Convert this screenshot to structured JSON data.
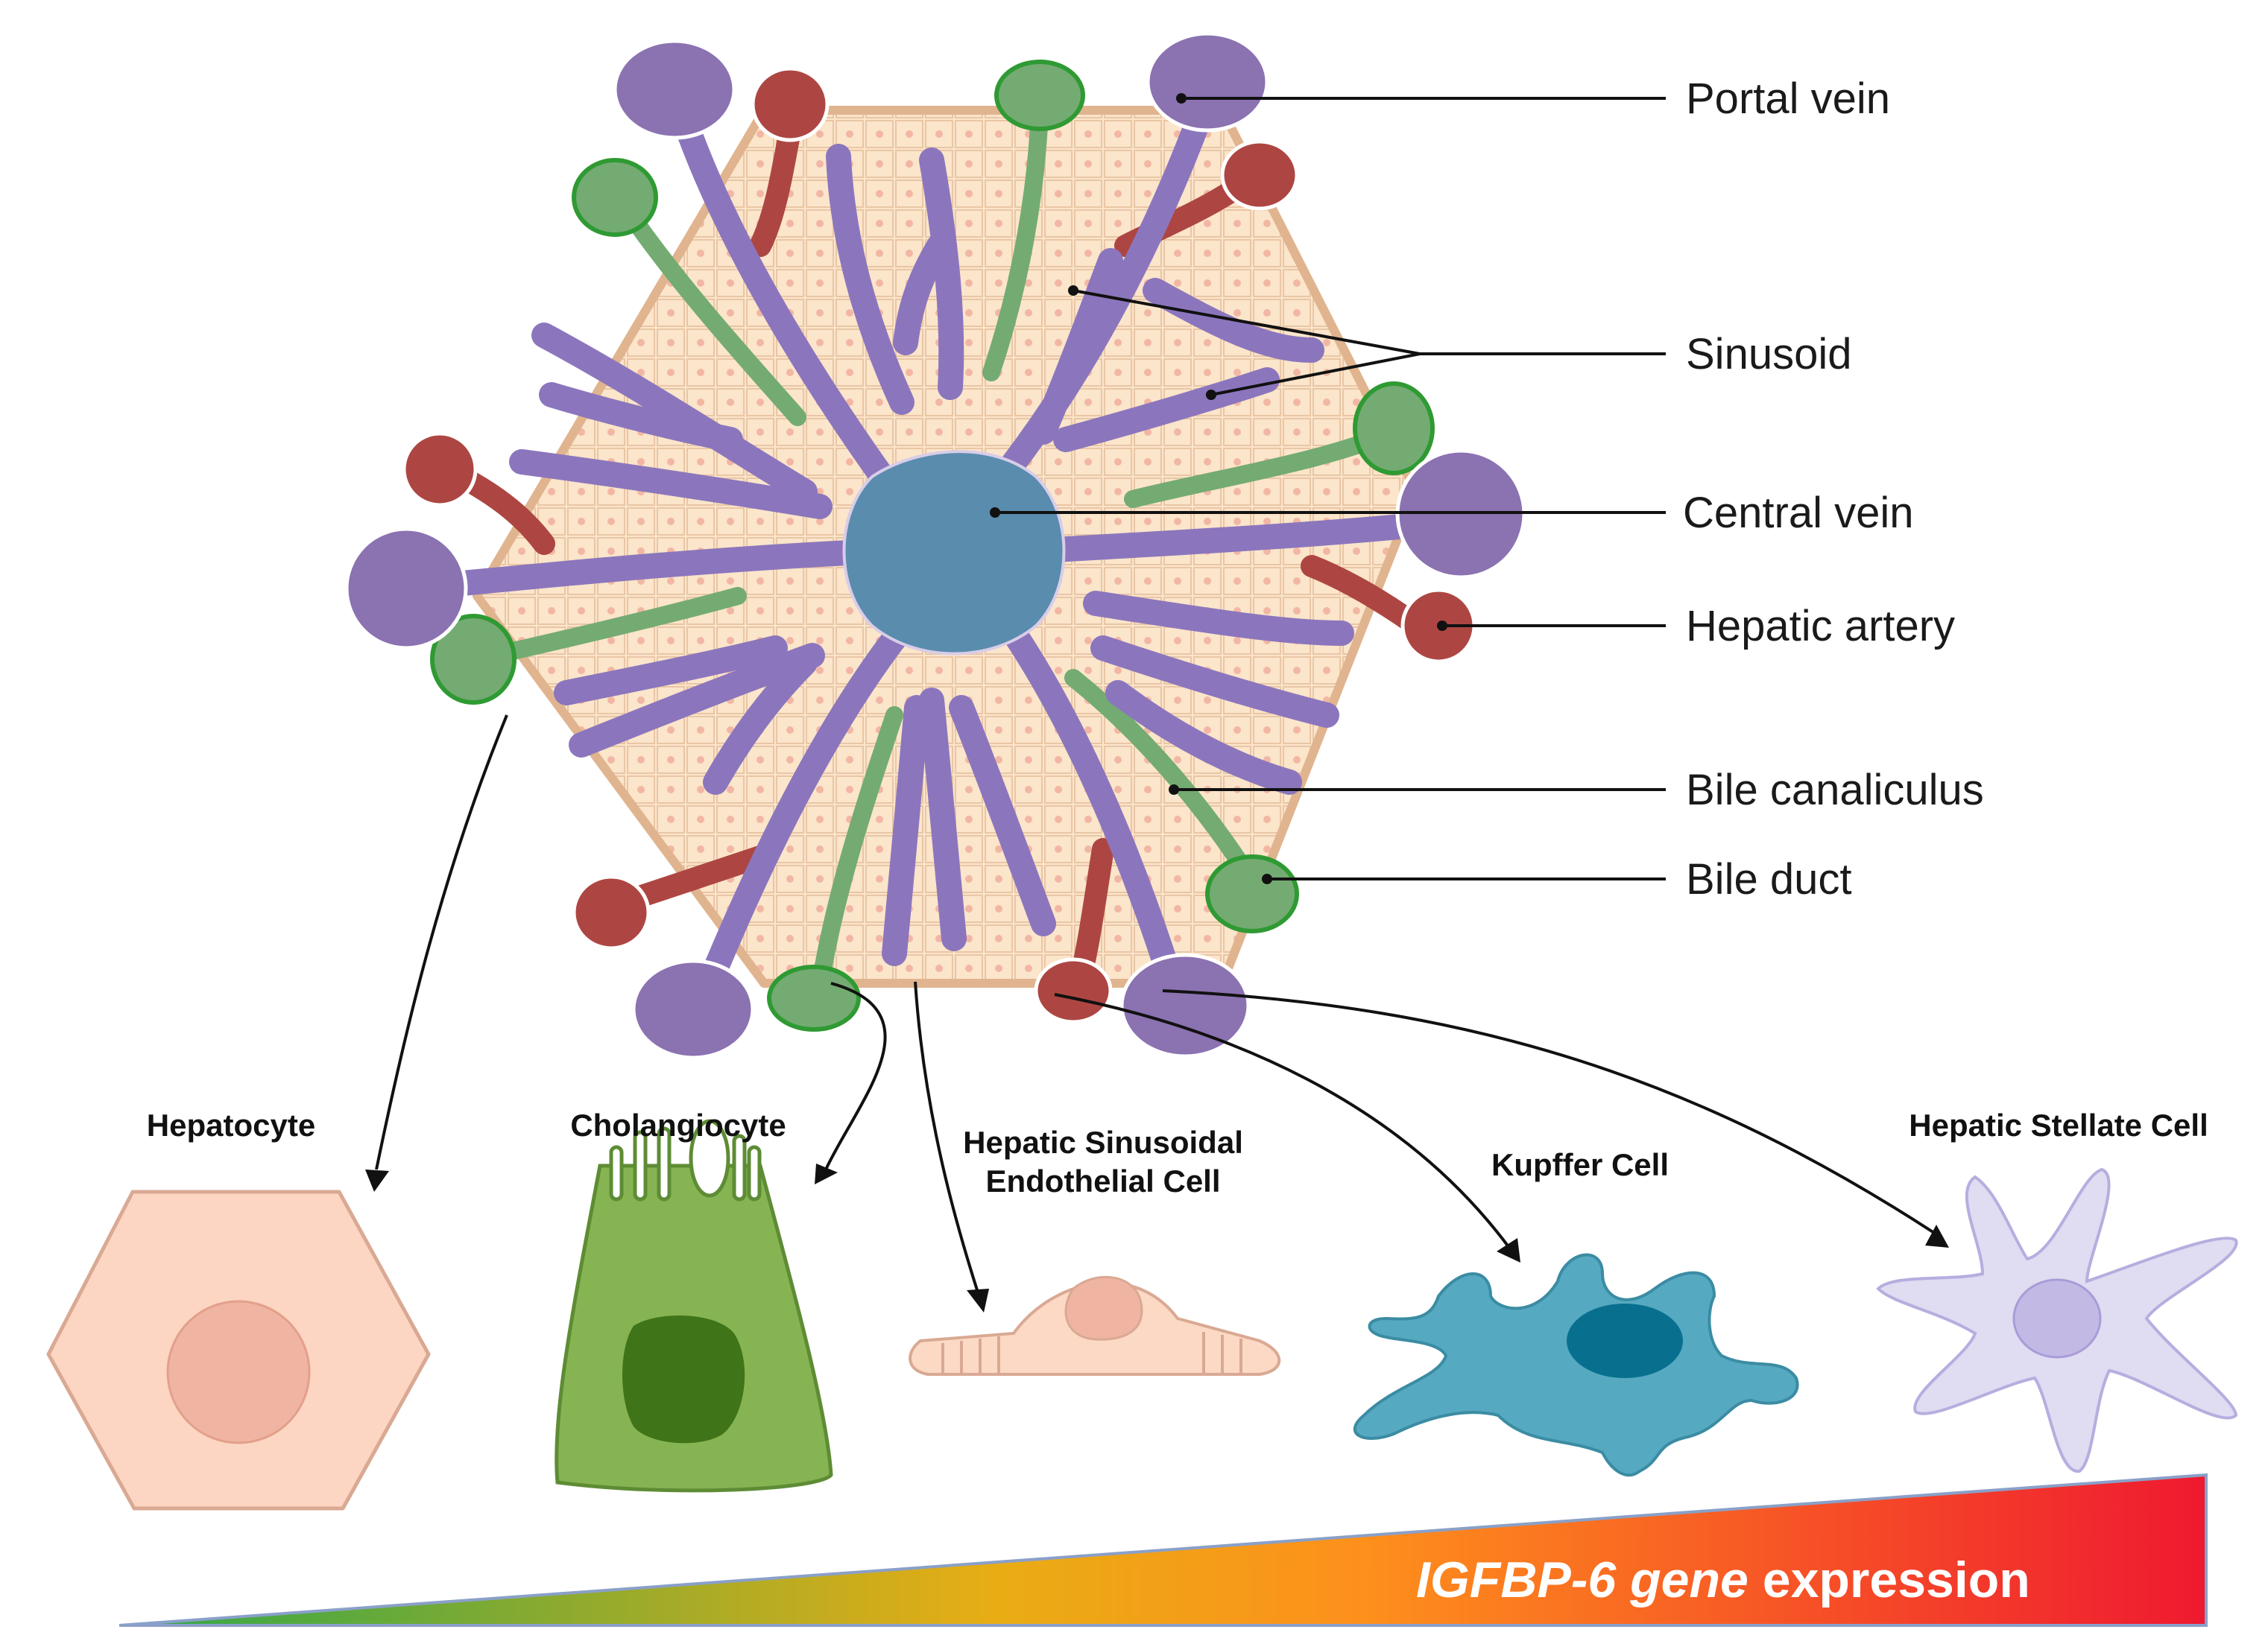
{
  "labels": {
    "portal_vein": "Portal vein",
    "sinusoid": "Sinusoid",
    "central_vein": "Central vein",
    "hepatic_artery": "Hepatic artery",
    "bile_canaliculus": "Bile canaliculus",
    "bile_duct": "Bile duct"
  },
  "cells": {
    "hepatocyte": "Hepatocyte",
    "cholangiocyte": "Cholangiocyte",
    "lsec_line1": "Hepatic Sinusoidal",
    "lsec_line2": "Endothelial Cell",
    "kupffer": "Kupffer Cell",
    "stellate": "Hepatic Stellate Cell"
  },
  "expression_bar": {
    "gene": "IGFBP-6 gene",
    "word": " expression"
  },
  "colors": {
    "parenchyma": "#fbe5cb",
    "parenchyma_border": "#e0b48f",
    "portal_vein": "#8b72b1",
    "sinusoid": "#8b76bd",
    "central_vein": "#5a8cae",
    "hepatic_artery": "#ad4642",
    "bile_duct": "#74ab72",
    "bile_duct_border": "#2f9a33",
    "hepatocyte": "#fcd6c2",
    "cholangiocyte": "#86b452",
    "lsec": "#fcd9c4",
    "kupffer": "#55a9c0",
    "stellate": "#e0dcf1",
    "gradient_stops": [
      "#2ea84a",
      "#f5ad0f",
      "#fe8c1c",
      "#ef1930"
    ]
  }
}
